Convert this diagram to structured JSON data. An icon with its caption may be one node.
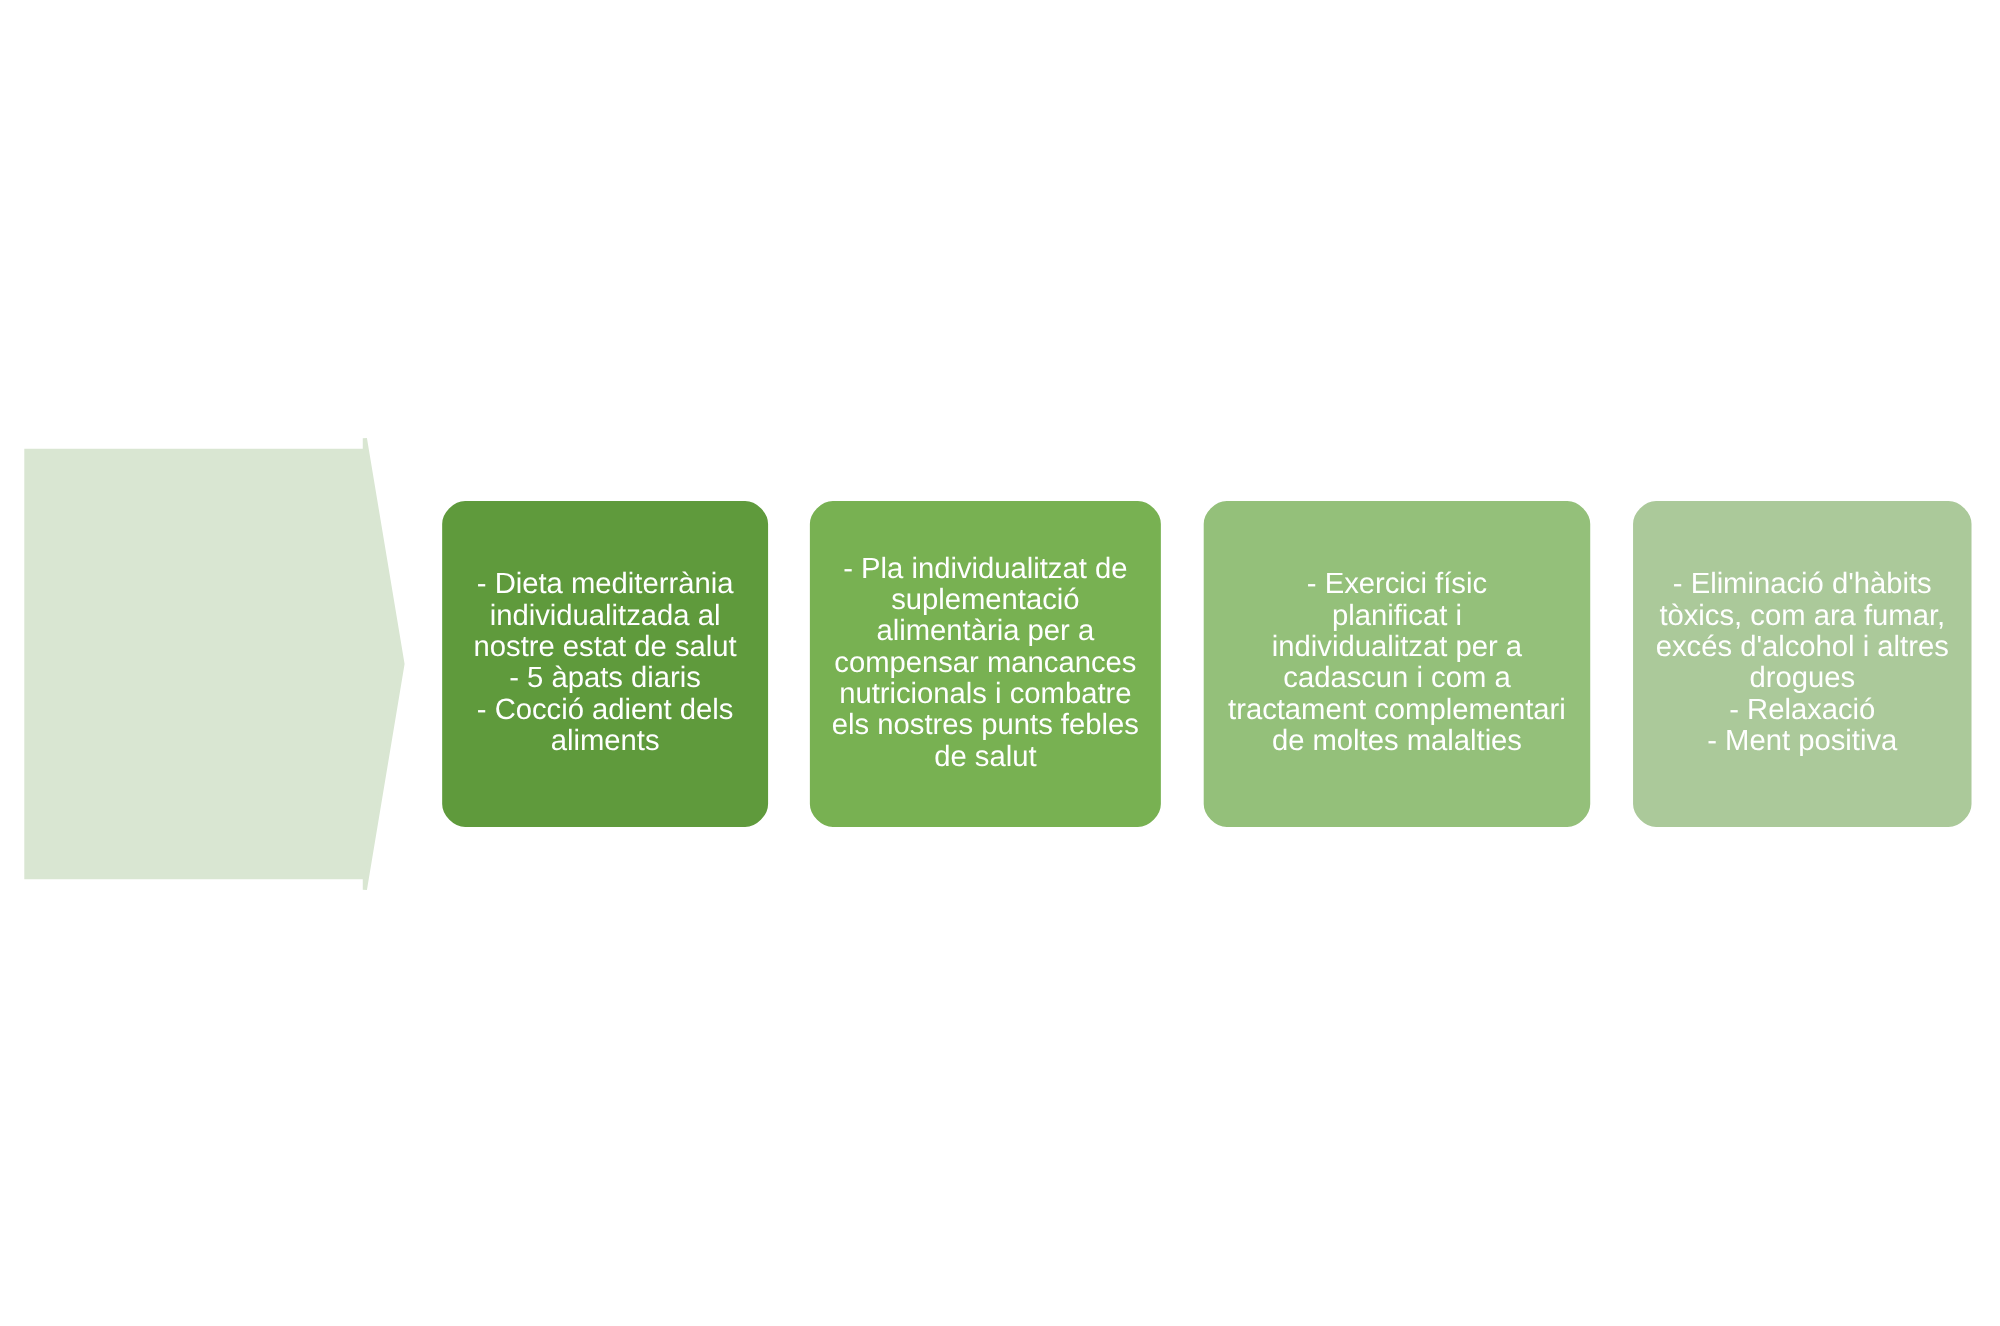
{
  "diagram": {
    "nodes": [
      {
        "text": [],
        "shape": "arrow"
      },
      {
        "text": [
          "- Dieta mediterrània individualitzada al nostre estat de salut",
          "- 5 àpats diaris",
          "- Cocció adient dels aliments"
        ]
      },
      {
        "text": [
          "- Pla individualitzat de suplementació alimentària per a compensar mancances nutricionals i combatre els nostres punts febles de salut"
        ]
      },
      {
        "text": [
          "- Exercici físic planificat i individualitzat per a cadascun i com a tractament complementari de moltes malalties"
        ]
      },
      {
        "text": [
          "- Eliminació d'hàbits tòxics, com ara fumar, excés d'alcohol i altres drogues",
          "- Relaxació",
          "- Ment positiva"
        ]
      }
    ]
  }
}
